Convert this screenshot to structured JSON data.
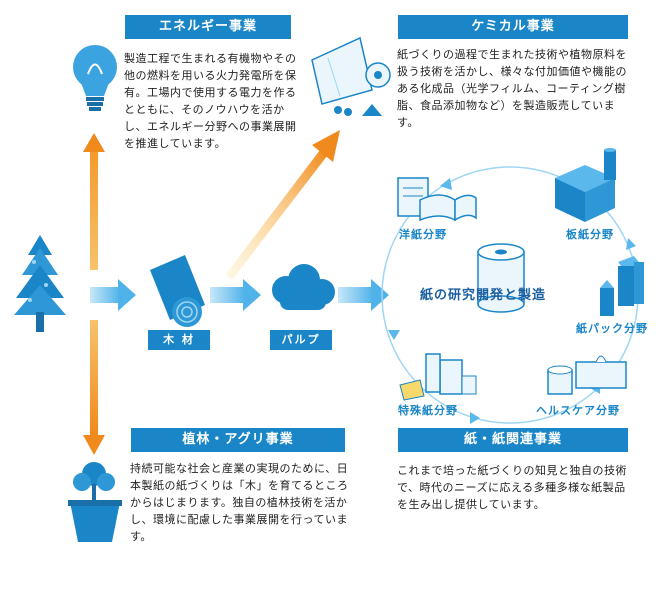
{
  "energy": {
    "title": "エネルギー事業",
    "body": "製造工程で生まれる有機物やその他の燃料を用いる火力発電所を保有。工場内で使用する電力を作るとともに、そのノウハウを活かし、エネルギー分野への事業展開を推進しています。"
  },
  "chemical": {
    "title": "ケミカル事業",
    "body": "紙づくりの過程で生まれた技術や植物原料を扱う技術を活かし、様々な付加価値や機能のある化成品（光学フィルム、コーティング樹脂、食品添加物など）を製造販売しています。"
  },
  "forestry": {
    "title": "植林・アグリ事業",
    "body": "持続可能な社会と産業の実現のために、日本製紙の紙づくりは「木」を育てるところからはじまります。独自の植林技術を活かし、環境に配慮した事業展開を行っています。"
  },
  "paper_related": {
    "title": "紙・紙関連事業",
    "body": "これまで培った紙づくりの知見と独自の技術で、時代のニーズに応える多種多様な紙製品を生み出し提供しています。"
  },
  "flow": {
    "wood_label": "木 材",
    "pulp_label": "パルプ"
  },
  "cycle": {
    "center_label": "紙の研究開発と製造",
    "fields": [
      "洋紙分野",
      "板紙分野",
      "紙パック分野",
      "ヘルスケア分野",
      "特殊紙分野"
    ]
  },
  "colors": {
    "brand_blue": "#1a86c8",
    "light_blue": "#5ab8ec",
    "orange": "#f08a1c"
  }
}
